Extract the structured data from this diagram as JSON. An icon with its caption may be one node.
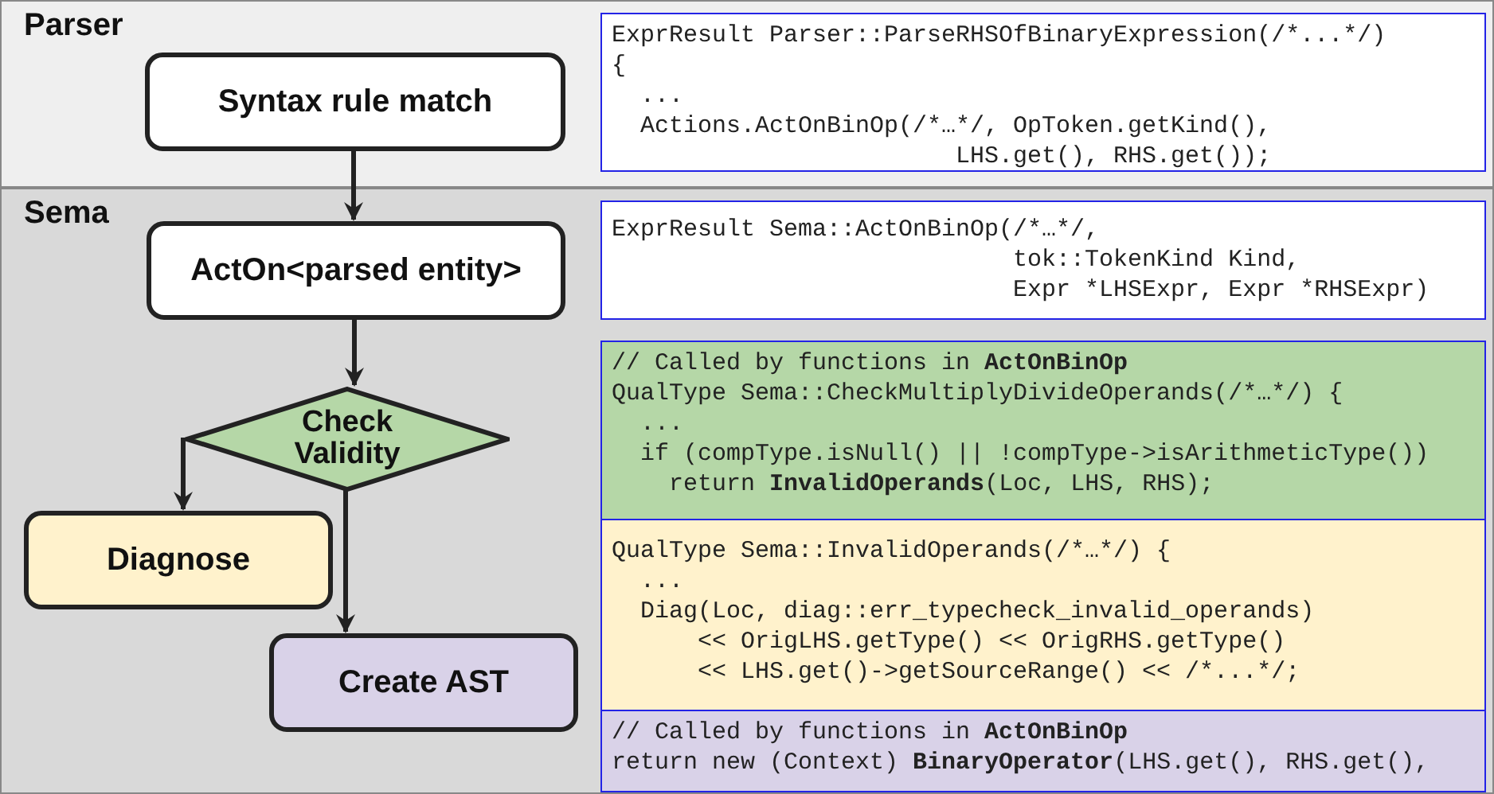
{
  "diagram": {
    "nodes": [
      {
        "text": [
          "Parser"
        ]
      },
      {
        "text": [
          "Syntax rule match"
        ],
        "in": 0
      },
      {
        "text": [
          "ExprResult Parser::ParseRHSOfBinaryExpression(/*...*/)",
          "{",
          "  ...",
          "  Actions.ActOnBinOp(/*…*/, OpToken.getKind(),",
          "                        LHS.get(), RHS.get());"
        ],
        "in": 0
      },
      {
        "text": [
          "Sema"
        ]
      },
      {
        "text": [
          "ActOn<parsed entity>"
        ],
        "in": 3
      },
      {
        "text": [
          "Check Validity"
        ],
        "in": 3
      },
      {
        "text": [
          "Diagnose"
        ],
        "in": 3
      },
      {
        "text": [
          "Create AST"
        ],
        "in": 3
      },
      {
        "text": [
          "ExprResult Sema::ActOnBinOp(/*…*/,",
          "                            tok::TokenKind Kind,",
          "                            Expr *LHSExpr, Expr *RHSExpr)"
        ],
        "in": 3
      },
      {
        "text": [
          "// Called by functions in **ActOnBinOp**",
          "QualType Sema::CheckMultiplyDivideOperands(/*…*/) {",
          "  ...",
          "  if (compType.isNull() || !compType->isArithmeticType())",
          "    return **InvalidOperands**(Loc, LHS, RHS);"
        ],
        "in": 3
      },
      {
        "text": [
          "QualType Sema::InvalidOperands(/*…*/) {",
          "  ...",
          "  Diag(Loc, diag::err_typecheck_invalid_operands)",
          "      << OrigLHS.getType() << OrigRHS.getType()",
          "      << LHS.get()->getSourceRange() << /*...*/;"
        ],
        "in": 3
      },
      {
        "text": [
          "// Called by functions in **ActOnBinOp**",
          "return new (Context) **BinaryOperator**(LHS.get(), RHS.get(),"
        ],
        "in": 3
      }
    ],
    "edges": [
      {
        "from": 1,
        "to": 4,
        "arrow": "to"
      },
      {
        "from": 4,
        "to": 5,
        "arrow": "to"
      },
      {
        "from": 5,
        "to": 6,
        "arrow": "to"
      },
      {
        "from": 5,
        "to": 7,
        "arrow": "to"
      }
    ]
  }
}
